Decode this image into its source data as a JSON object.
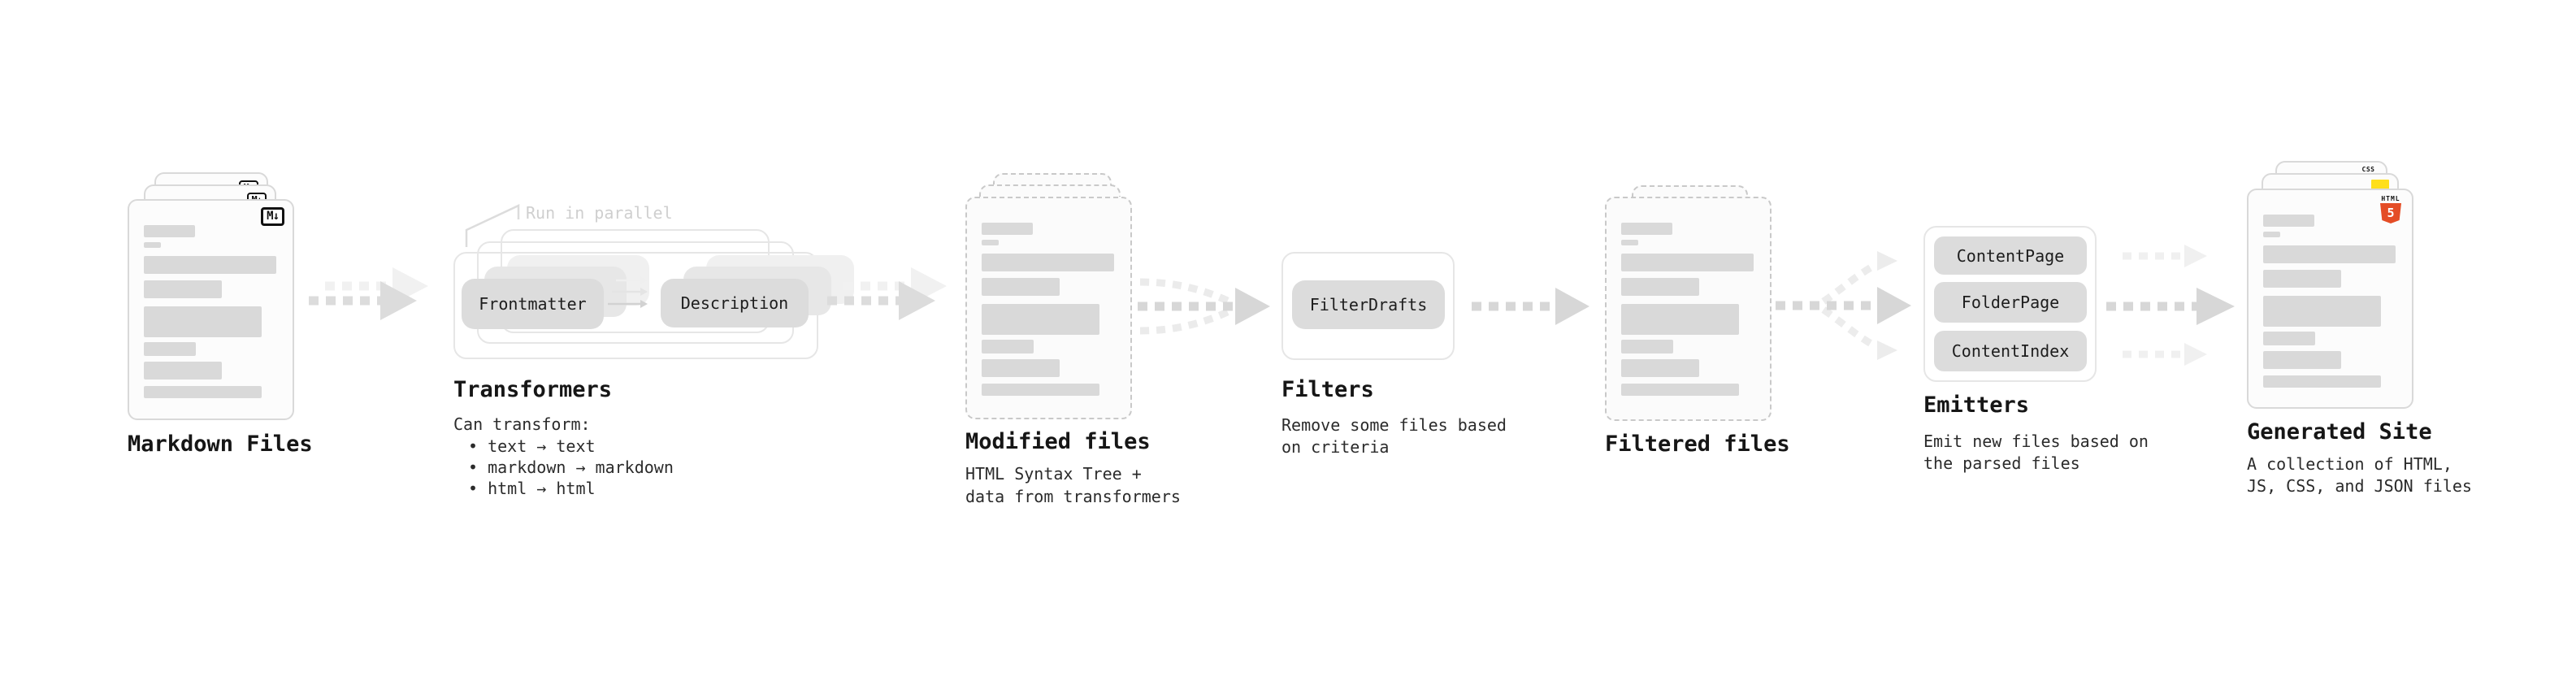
{
  "stages": {
    "markdown": {
      "label": "Markdown Files",
      "badge": "M↓"
    },
    "transformers": {
      "label": "Transformers",
      "note": "Run in parallel",
      "transformer1": "Frontmatter",
      "transformer2": "Description",
      "desc_title": "Can transform:",
      "bullets": [
        "• text → text",
        "• markdown → markdown",
        "• html → html"
      ]
    },
    "modified": {
      "label": "Modified files",
      "desc": [
        "HTML Syntax Tree +",
        "data from transformers"
      ]
    },
    "filters": {
      "label": "Filters",
      "filter1": "FilterDrafts",
      "desc": [
        "Remove some files based",
        "on criteria"
      ]
    },
    "filtered": {
      "label": "Filtered files"
    },
    "emitters": {
      "label": "Emitters",
      "emitter1": "ContentPage",
      "emitter2": "FolderPage",
      "emitter3": "ContentIndex",
      "desc": [
        "Emit new files based on",
        "the parsed files"
      ]
    },
    "generated": {
      "label": "Generated Site",
      "desc": [
        "A collection of HTML,",
        "JS, CSS, and JSON files"
      ],
      "css_badge_label": "CSS",
      "html_badge_label": "HTML",
      "html_badge_number": "5"
    }
  },
  "icons": {
    "markdown_icon": "markdown file badge M↓",
    "html5_icon": "HTML5 shield logo",
    "css_icon": "CSS badge with blue bar",
    "js_icon": "yellow JS square"
  },
  "colors": {
    "canvas": "#ffffff",
    "card_border": "#d9d9d9",
    "dashed_border": "#c9c9c9",
    "placeholder_bar": "#d9d9d9",
    "button_fill": "#dcdcdc",
    "box_border": "#e6e6e6",
    "arrow_main": "#d7d7d7",
    "arrow_light": "#f0f0f0",
    "arrow_branch": "#eaeaea",
    "note_gray": "#cfcfcf",
    "html5_orange": "#e44d26",
    "js_yellow": "#ffdf1b",
    "css_blue": "#2f6bff"
  }
}
